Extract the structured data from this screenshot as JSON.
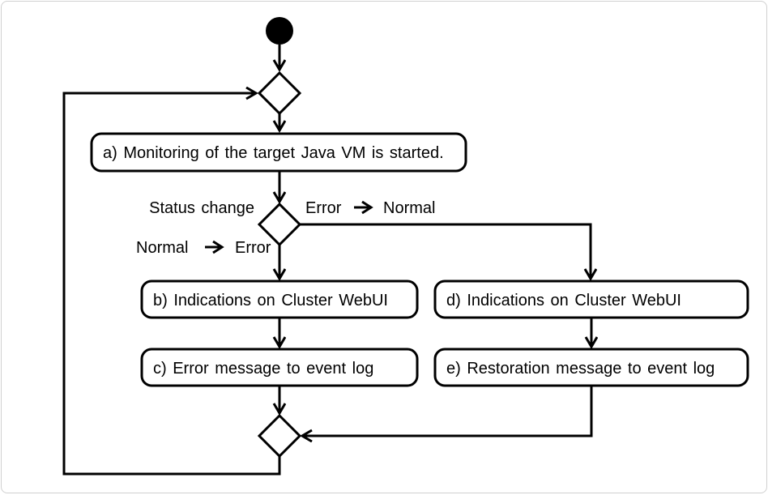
{
  "diagram": {
    "kind": "uml-activity-diagram",
    "colors": {
      "line": "#000000",
      "background": "#ffffff",
      "frame_border": "#d0d0d0"
    },
    "nodes": {
      "start": {
        "shape": "filled-circle"
      },
      "merge_top": {
        "shape": "diamond"
      },
      "decision_status": {
        "shape": "diamond"
      },
      "merge_bottom": {
        "shape": "diamond"
      }
    },
    "actions": {
      "a": "a) Monitoring of the target Java VM is started.",
      "b": "b) Indications on Cluster WebUI",
      "c": "c) Error message to event log",
      "d": "d) Indications on Cluster WebUI",
      "e": "e) Restoration message to event log"
    },
    "guards": {
      "status_change": "Status change",
      "normal_to_error": {
        "from": "Normal",
        "to": "Error"
      },
      "error_to_normal": {
        "from": "Error",
        "to": "Normal"
      }
    }
  }
}
